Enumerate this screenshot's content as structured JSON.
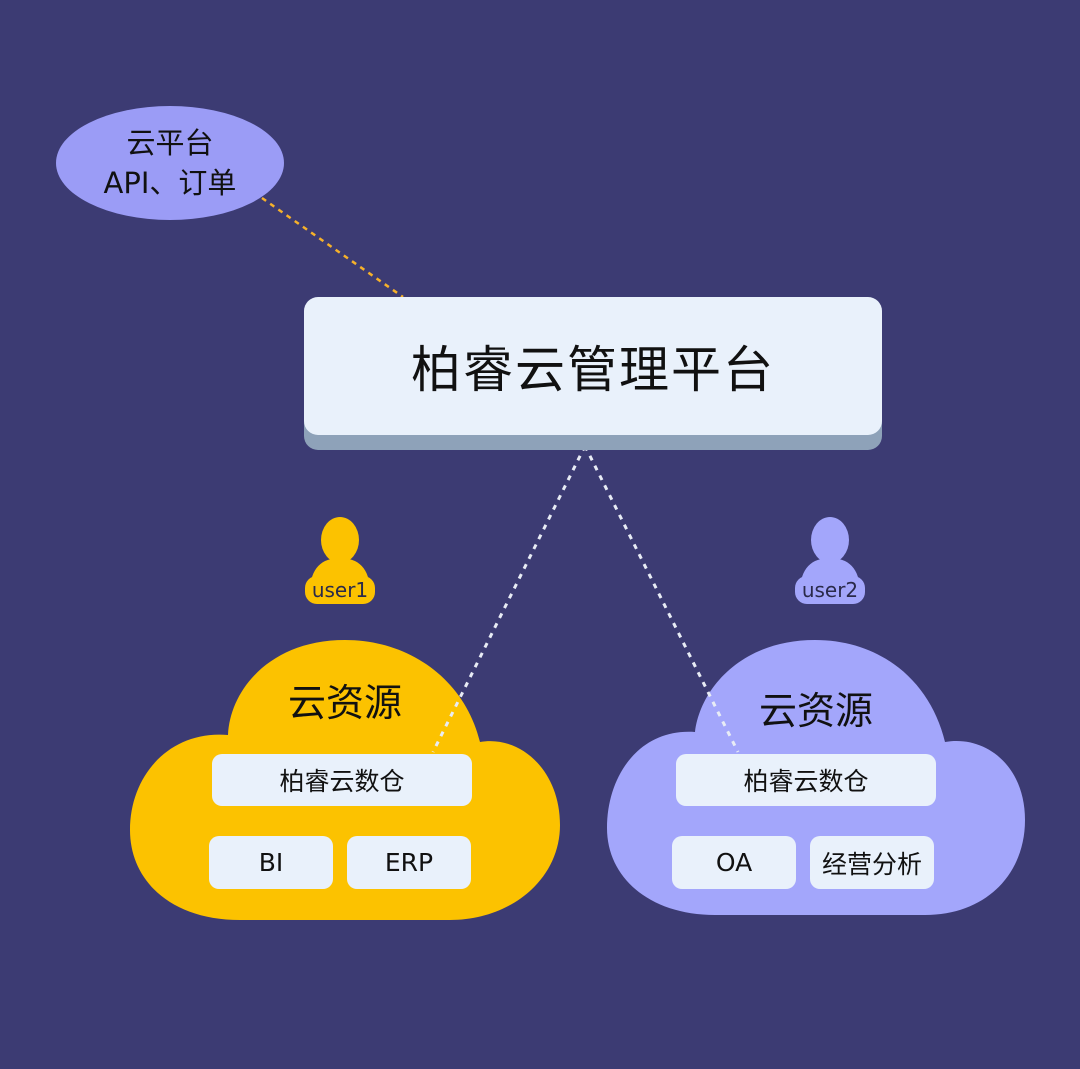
{
  "bubble": {
    "line1": "云平台",
    "line2": "API、订单"
  },
  "platform": {
    "title": "柏睿云管理平台"
  },
  "left": {
    "user": "user1",
    "cloud_title": "云资源",
    "warehouse": "柏睿云数仓",
    "apps": [
      "BI",
      "ERP"
    ]
  },
  "right": {
    "user": "user2",
    "cloud_title": "云资源",
    "warehouse": "柏睿云数仓",
    "apps": [
      "OA",
      "经营分析"
    ]
  },
  "colors": {
    "background": "#3c3b73",
    "yellow": "#fcc200",
    "lavender": "#a3a6fb",
    "chip": "#e9f1fb",
    "connector_top": "#f6b12a",
    "connector_dotted": "#e8ecf5"
  }
}
